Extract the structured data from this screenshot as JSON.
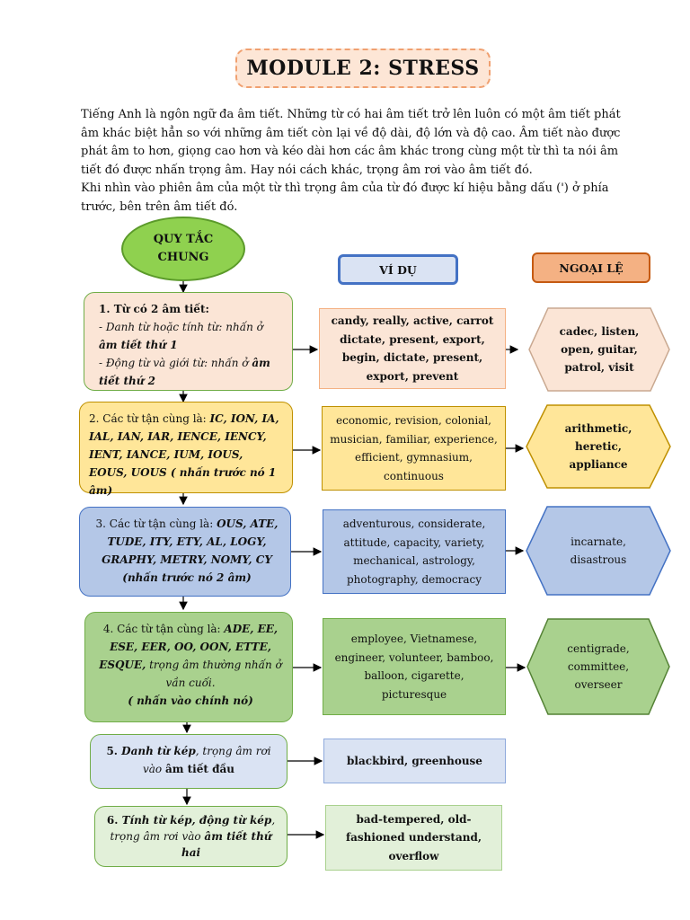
{
  "title": "MODULE 2: STRESS",
  "intro": {
    "paragraph1": "Tiếng Anh là ngôn ngữ đa âm tiết. Những từ có hai âm tiết trở lên luôn có một âm tiết phát âm khác biệt hẳn so với những âm tiết còn lại về độ dài, độ lớn và độ cao. Âm tiết nào được phát âm to hơn, giọng cao hơn và kéo dài hơn các âm khác trong cùng một từ thì ta nói âm tiết đó được nhấn trọng âm. Hay nói cách khác, trọng âm rơi vào âm tiết đó.",
    "paragraph2": "Khi nhìn vào phiên âm của một từ thì trọng âm của từ đó được kí hiệu bằng dấu (') ở phía trước, bên trên âm tiết đó."
  },
  "headers": {
    "rules": "QUY TẮC CHUNG",
    "examples": "VÍ DỤ",
    "exceptions": "NGOẠI LỆ"
  },
  "rules": [
    {
      "heading": "1. Từ có 2 âm tiết:",
      "l1a": "- Danh từ hoặc tính từ: nhấn ở ",
      "l1b": "âm tiết thứ 1",
      "l2a": "- Động từ và giới từ: nhấn ở ",
      "l2b": "âm tiết thứ 2"
    },
    {
      "prefix": "2. Các từ tận cùng là: ",
      "endings": "IC, ION, IA, IAL, IAN, IAR, IENCE, IENCY, IENT, IANCE, IUM, IOUS, EOUS, UOUS",
      "note": " ( nhấn trước nó 1 âm)"
    },
    {
      "prefix": "3. Các từ tận cùng là: ",
      "endings": "OUS, ATE, TUDE, ITY, ETY, AL, LOGY, GRAPHY, METRY, NOMY, CY",
      "note": "(nhấn trước nó 2 âm)"
    },
    {
      "prefix": "4. Các từ tận cùng là: ",
      "endings": "ADE, EE, ESE, EER, OO, OON, ETTE, ESQUE,",
      "mid": " trọng âm thường nhấn ",
      "tail": "ở vần cuối.",
      "note": "( nhấn vào chính nó)"
    },
    {
      "a": "5. ",
      "b": "Danh từ kép",
      "c": ", trọng âm rơi vào ",
      "d": "âm tiết đầu"
    },
    {
      "a": "6. ",
      "b": "Tính từ kép, động từ kép",
      "c": ", trọng âm rơi vào ",
      "d": "âm tiết thứ hai"
    }
  ],
  "examples": [
    "candy, really, active, carrot dictate, present, export, begin, dictate, present, export, prevent",
    "economic, revision, colonial, musician, familiar, experience, efficient, gymnasium, continuous",
    "adventurous, considerate, attitude, capacity, variety, mechanical, astrology, photography, democracy",
    "employee, Vietnamese, engineer, volunteer, bamboo, balloon, cigarette, picturesque",
    "blackbird, greenhouse",
    "bad-tempered, old-fashioned understand, overflow"
  ],
  "exceptions": [
    "cadec, listen, open, guitar, patrol, visit",
    "arithmetic, heretic, appliance",
    "incarnate, disastrous",
    "centigrade, committee, overseer"
  ],
  "colors": {
    "rule1": "#fbe5d6",
    "rule2": "#ffe699",
    "rule3": "#b4c7e7",
    "rule4": "#a9d18e",
    "rule5": "#dae3f3",
    "rule6": "#e2f0d9",
    "oval": "#8fd14f",
    "vidu_border": "#4472c4",
    "ngoaile": "#f4b183"
  }
}
